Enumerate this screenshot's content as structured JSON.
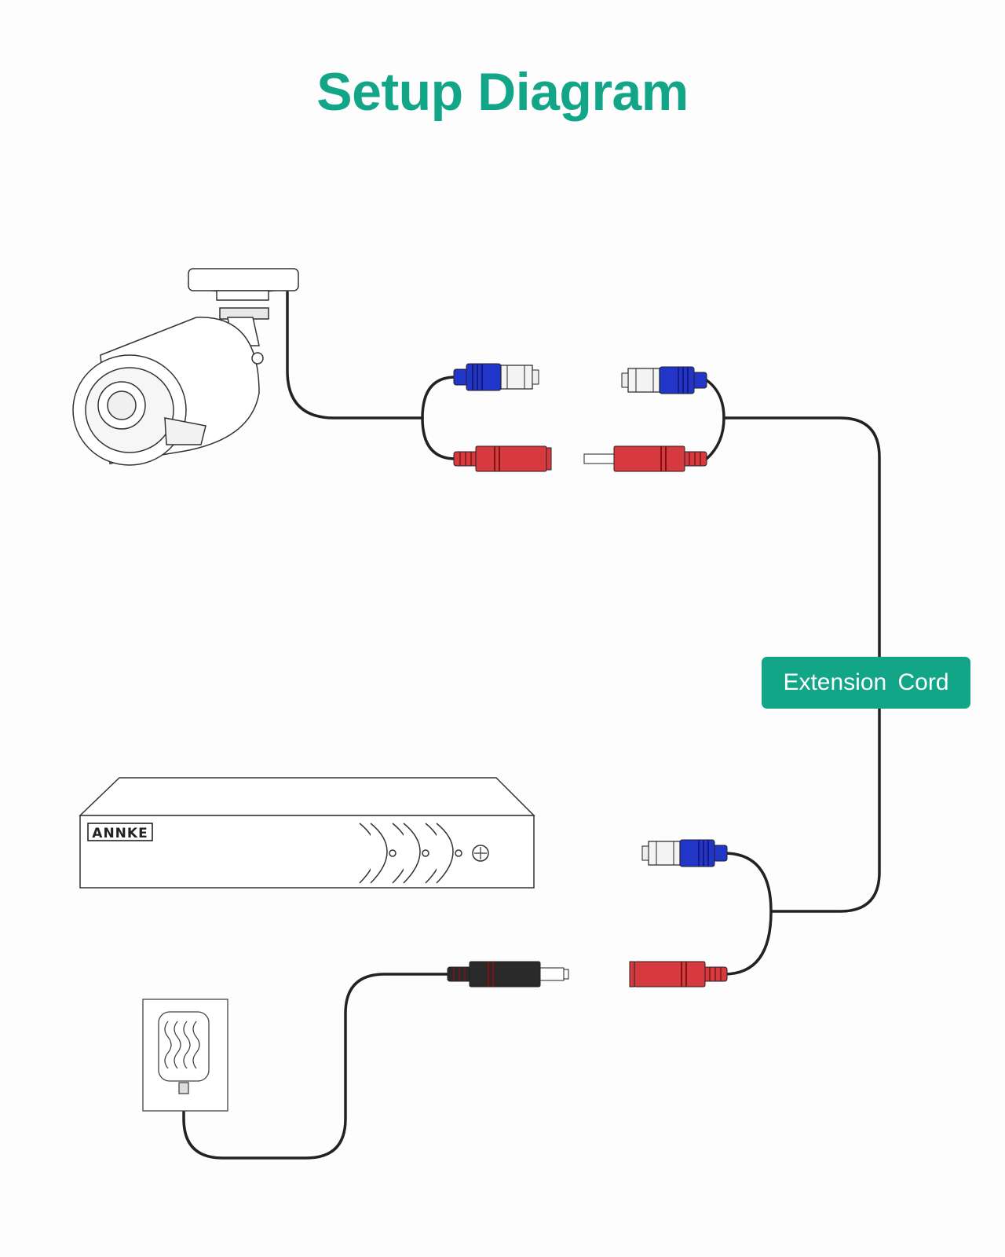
{
  "title": "Setup Diagram",
  "extension_label": "Extension  Cord",
  "dvr_brand": "ANNKE",
  "colors": {
    "accent": "#12a587",
    "video_connector": "#2135c9",
    "power_connector": "#d63a3e",
    "adapter_connector": "#2a2a2a",
    "line": "#222222"
  },
  "icons": [
    "bullet-camera-icon",
    "dvr-icon",
    "power-adapter-icon"
  ]
}
